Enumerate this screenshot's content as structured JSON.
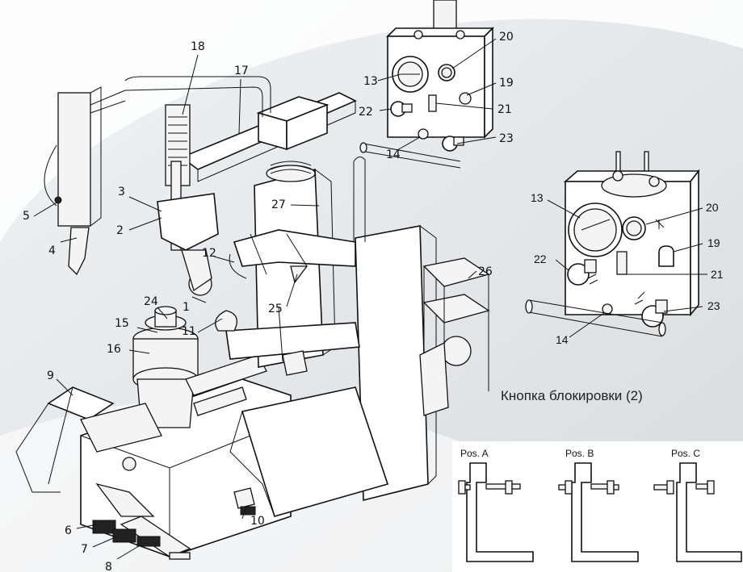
{
  "background": {
    "swoosh_colors": [
      "#ffffff",
      "#dfe1e4"
    ]
  },
  "main_callouts": [
    "1",
    "2",
    "3",
    "4",
    "5",
    "6",
    "7",
    "8",
    "9",
    "10",
    "11",
    "12",
    "15",
    "16",
    "17",
    "18",
    "24",
    "25",
    "26",
    "27"
  ],
  "control_box_small": {
    "callouts": [
      "13",
      "14",
      "19",
      "20",
      "21",
      "22",
      "23"
    ]
  },
  "control_box_large": {
    "callouts": [
      "13",
      "14",
      "19",
      "20",
      "21",
      "22",
      "23"
    ]
  },
  "caption": "Кнопка блокировки (2)",
  "positions": [
    {
      "label": "Pos. A"
    },
    {
      "label": "Pos. B"
    },
    {
      "label": "Pos. C"
    }
  ]
}
